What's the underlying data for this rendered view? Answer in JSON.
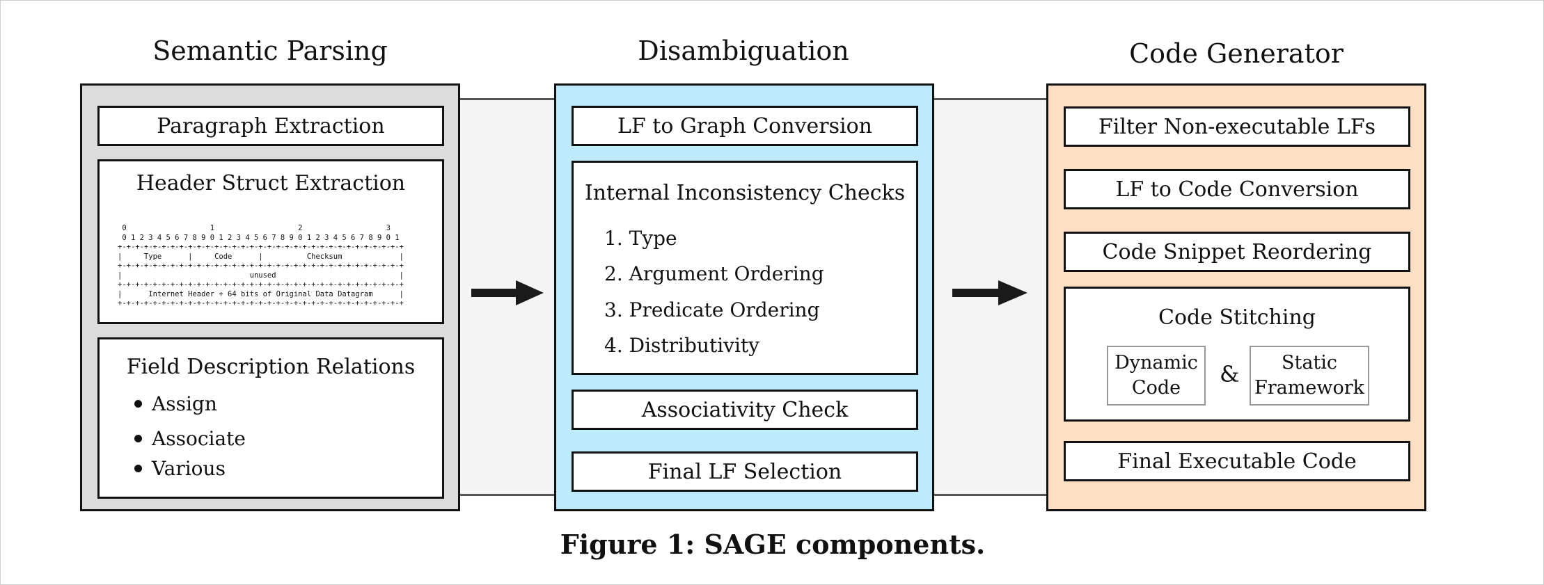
{
  "columns": {
    "semantic_parsing": {
      "title": "Semantic Parsing",
      "paragraph_extraction": "Paragraph Extraction",
      "header_struct_extraction": {
        "title": "Header Struct Extraction",
        "header_lines": [
          " 0                   1                   2                   3",
          " 0 1 2 3 4 5 6 7 8 9 0 1 2 3 4 5 6 7 8 9 0 1 2 3 4 5 6 7 8 9 0 1",
          "+-+-+-+-+-+-+-+-+-+-+-+-+-+-+-+-+-+-+-+-+-+-+-+-+-+-+-+-+-+-+-+-+",
          "|     Type      |     Code      |          Checksum             |",
          "+-+-+-+-+-+-+-+-+-+-+-+-+-+-+-+-+-+-+-+-+-+-+-+-+-+-+-+-+-+-+-+-+",
          "|                             unused                            |",
          "+-+-+-+-+-+-+-+-+-+-+-+-+-+-+-+-+-+-+-+-+-+-+-+-+-+-+-+-+-+-+-+-+",
          "|      Internet Header + 64 bits of Original Data Datagram      |",
          "+-+-+-+-+-+-+-+-+-+-+-+-+-+-+-+-+-+-+-+-+-+-+-+-+-+-+-+-+-+-+-+-+"
        ]
      },
      "field_description_relations": {
        "title": "Field Description Relations",
        "items": [
          "Assign",
          "Associate",
          "Various"
        ]
      }
    },
    "disambiguation": {
      "title": "Disambiguation",
      "lf_to_graph": "LF to Graph Conversion",
      "internal_checks": {
        "title": "Internal Inconsistency Checks",
        "items": [
          "1. Type",
          "2. Argument Ordering",
          "3. Predicate Ordering",
          "4. Distributivity"
        ]
      },
      "associativity_check": "Associativity Check",
      "final_lf_selection": "Final LF Selection"
    },
    "code_generator": {
      "title": "Code Generator",
      "filter_lfs": "Filter Non-executable LFs",
      "lf_to_code": "LF to Code Conversion",
      "snippet_reordering": "Code Snippet Reordering",
      "code_stitching": {
        "title": "Code Stitching",
        "dynamic_line1": "Dynamic",
        "dynamic_line2": "Code",
        "ampersand": "&",
        "static_line1": "Static",
        "static_line2": "Framework"
      },
      "final_code": "Final Executable Code"
    }
  },
  "caption": "Figure 1: SAGE components.",
  "colors": {
    "semantic_panel": "#dcdcdc",
    "disambiguation_panel": "#bdebfb",
    "code_panel": "#fddfc4",
    "connector": "#f4f4f4"
  }
}
